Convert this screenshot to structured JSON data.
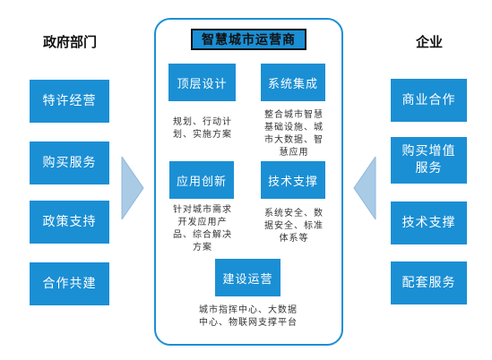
{
  "left": {
    "heading": "政府部门",
    "items": [
      "特许经营",
      "购买服务",
      "政策支持",
      "合作共建"
    ]
  },
  "right": {
    "heading": "企业",
    "items": [
      "商业合作",
      "购买增值服务",
      "技术支撑",
      "配套服务"
    ]
  },
  "center": {
    "title": "智慧城市运营商",
    "modules": [
      {
        "label": "顶层设计",
        "desc": [
          "规划、行动计",
          "划、实施方案"
        ]
      },
      {
        "label": "系统集成",
        "desc": [
          "整合城市智慧",
          "基础设施、城",
          "市大数据、智",
          "慧应用"
        ]
      },
      {
        "label": "应用创新",
        "desc": [
          "针对城市需求",
          "开发应用产",
          "品、综合解决",
          "方案"
        ]
      },
      {
        "label": "技术支撑",
        "desc": [
          "系统安全、数",
          "据安全、标准",
          "体系等"
        ]
      },
      {
        "label": "建设运营",
        "desc": [
          "城市指挥中心、大数据",
          "中心、物联网支撑平台"
        ]
      }
    ]
  },
  "colors": {
    "accent": "#1b8fd4",
    "arrow": "#a9cbe6"
  }
}
